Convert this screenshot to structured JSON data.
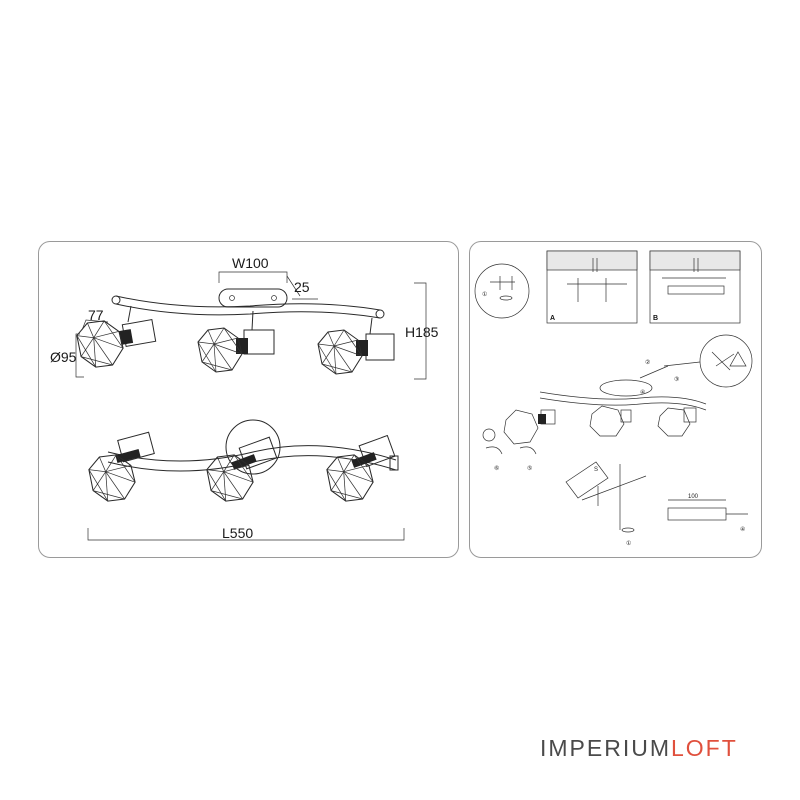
{
  "left_panel": {
    "width_label": "W100",
    "offset_label": "25",
    "height_label": "H185",
    "depth_label": "77",
    "diameter_label": "Ø95",
    "length_label": "L550"
  },
  "right_panel": {
    "box_a_label": "A",
    "box_b_label": "B",
    "step_1": "①",
    "step_2": "②",
    "step_3": "③",
    "step_4": "④",
    "step_5": "⑤",
    "step_6": "⑥",
    "bracket_label": "100",
    "screw_label": "S"
  },
  "brand": {
    "part1": "IMPERIUM",
    "part2": "LOFT"
  }
}
